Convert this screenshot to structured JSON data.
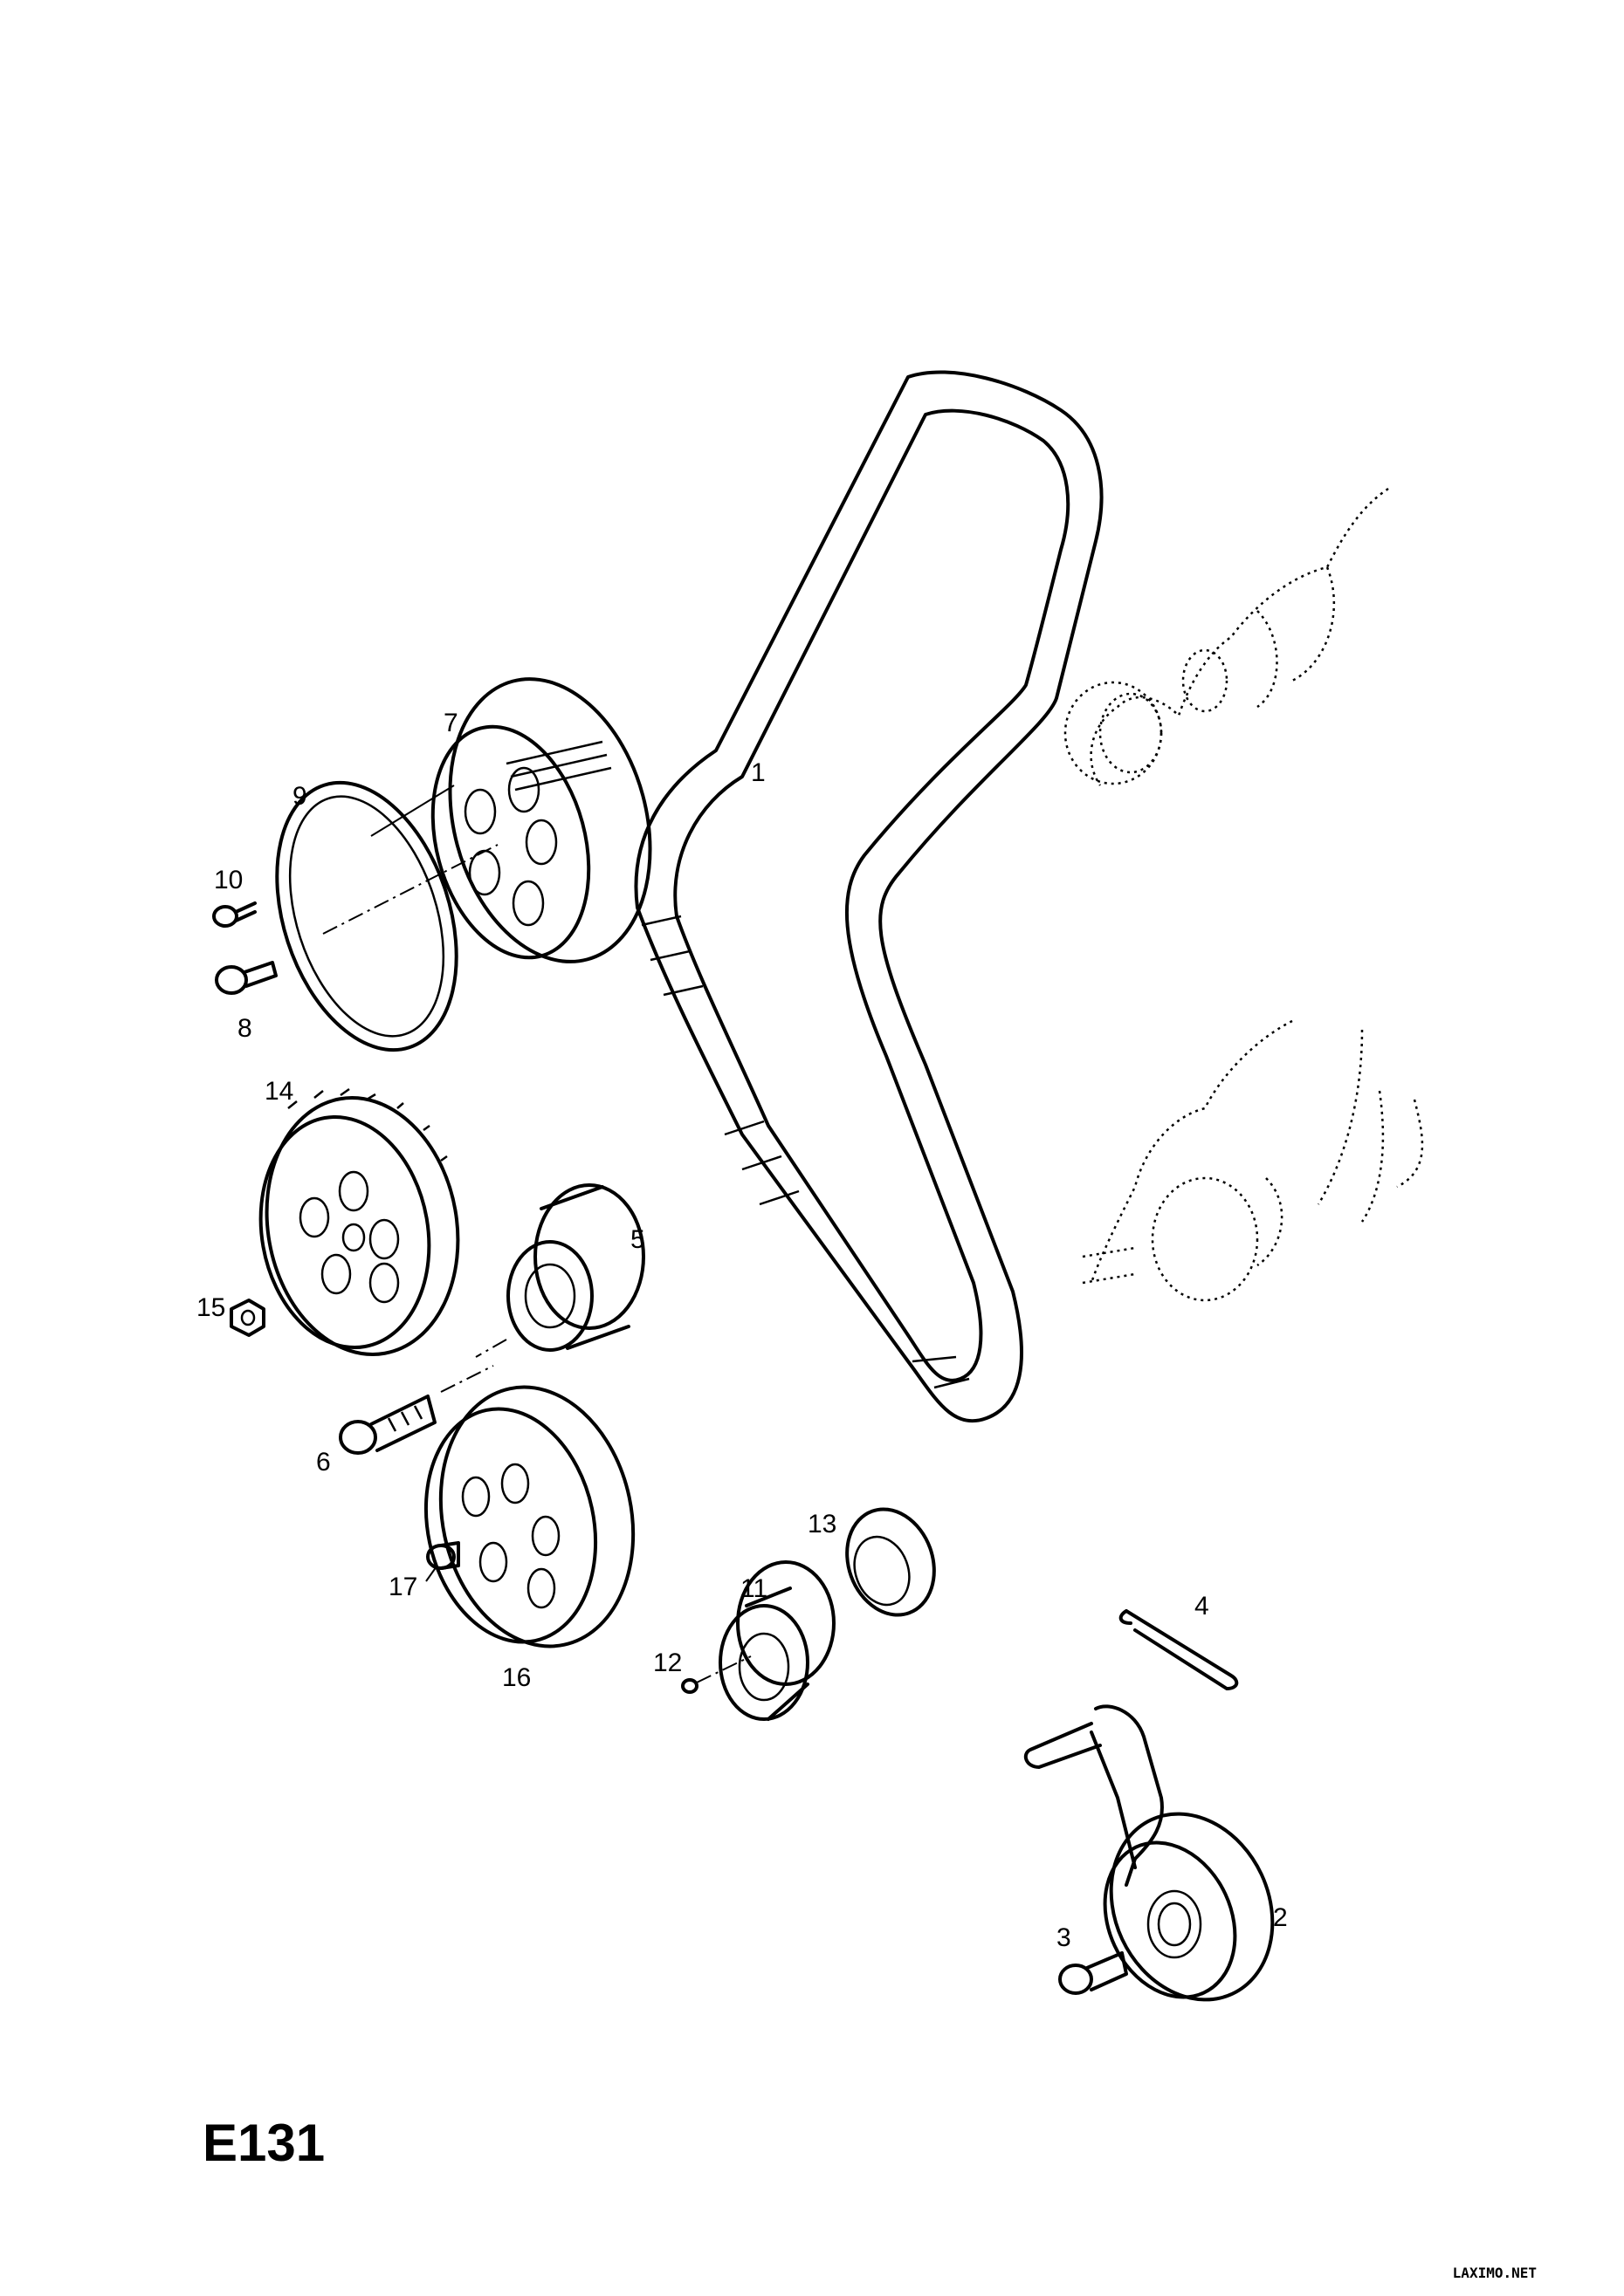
{
  "diagram": {
    "code": "E131",
    "watermark": "LAXIMO.NET",
    "callouts": {
      "1": "1",
      "2": "2",
      "3": "3",
      "4": "4",
      "5": "5",
      "6": "6",
      "7": "7",
      "8": "8",
      "9": "9",
      "10": "10",
      "11": "11",
      "12": "12",
      "13": "13",
      "14": "14",
      "15": "15",
      "16": "16",
      "17": "17"
    }
  }
}
